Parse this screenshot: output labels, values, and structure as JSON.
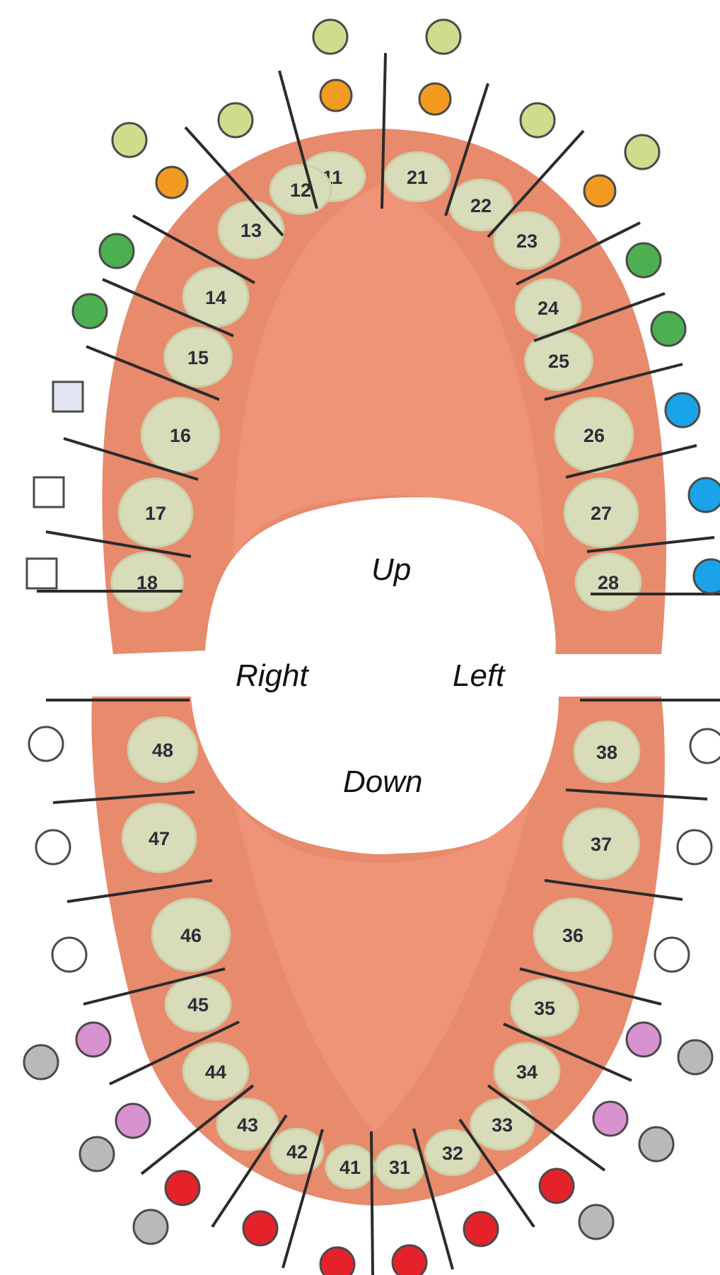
{
  "labels": {
    "up": "Up",
    "down": "Down",
    "right": "Right",
    "left": "Left"
  },
  "colors": {
    "background": "#ffffff",
    "gum": "#e88a6c",
    "gum_inner": "#ef9478",
    "tooth_fill": "#d9dcb8",
    "tooth_edge": "#c9cfa8",
    "separator": "#2b2b2b",
    "light_green": "#cfdc8c",
    "orange": "#f39a20",
    "green": "#4caf50",
    "blue": "#1aa3e8",
    "purple": "#d892d0",
    "gray": "#b9b9b9",
    "red": "#e5222a",
    "lavender_square": "#e3e5f2",
    "white": "#ffffff"
  },
  "teeth": {
    "upper_right": [
      "11",
      "12",
      "13",
      "14",
      "15",
      "16",
      "17",
      "18"
    ],
    "upper_left": [
      "21",
      "22",
      "23",
      "24",
      "25",
      "26",
      "27",
      "28"
    ],
    "lower_left": [
      "31",
      "32",
      "33",
      "34",
      "35",
      "36",
      "37",
      "38"
    ],
    "lower_right": [
      "41",
      "42",
      "43",
      "44",
      "45",
      "46",
      "47",
      "48"
    ]
  },
  "markers": {
    "upper_outer": [
      "light_green",
      "light_green",
      "light_green",
      "light_green",
      "light_green",
      "light_green"
    ],
    "upper_inner": [
      "orange",
      "orange",
      "orange",
      "orange"
    ],
    "premolar_upper": [
      "green",
      "green",
      "green",
      "green"
    ],
    "molar_upper_right": [
      "square-lavender",
      "square-white",
      "square-white"
    ],
    "molar_upper_left": [
      "blue",
      "blue",
      "blue"
    ],
    "molar_lower": [
      "white",
      "white",
      "white",
      "white",
      "white",
      "white"
    ],
    "premolar_lower": [
      "purple",
      "purple",
      "purple",
      "purple",
      "gray",
      "gray",
      "gray",
      "gray"
    ],
    "lower_front": [
      "red",
      "red",
      "red",
      "red",
      "red",
      "red",
      "gray",
      "gray"
    ]
  }
}
